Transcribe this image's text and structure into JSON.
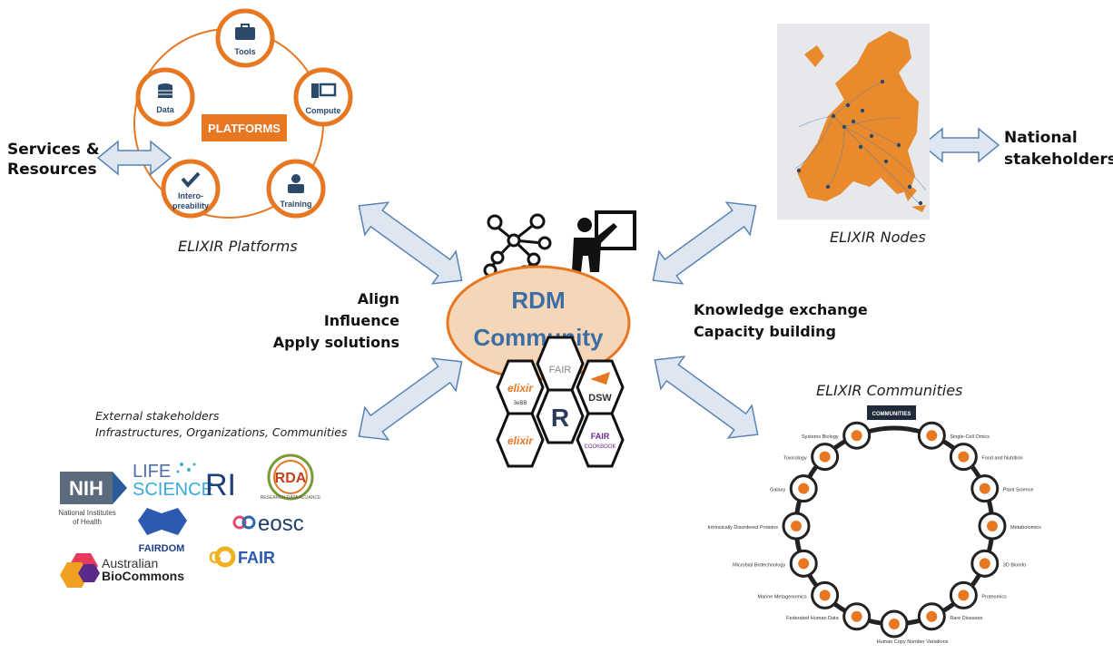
{
  "center": {
    "line1": "RDM",
    "line2": "Community",
    "hex_labels": [
      "elixir 3eBB",
      "FAIR",
      "DSW",
      "R",
      "elixir",
      "FAIR COOKBOOK"
    ]
  },
  "platforms": {
    "caption": "ELIXIR Platforms",
    "hub_label": "PLATFORMS",
    "nodes": [
      "Tools",
      "Compute",
      "Training",
      "Intero-\npreability",
      "Data"
    ],
    "side_label_line1": "Services &",
    "side_label_line2": "Resources"
  },
  "nodes_map": {
    "caption": "ELIXIR Nodes",
    "side_label_line1": "National",
    "side_label_line2": "stakeholders"
  },
  "left_relation": {
    "lines": [
      "Align",
      "Influence",
      "Apply solutions"
    ]
  },
  "right_relation": {
    "lines": [
      "Knowledge exchange",
      "Capacity building"
    ]
  },
  "external": {
    "title": "External stakeholders",
    "subtitle": "Infrastructures, Organizations, Communities",
    "logos": {
      "nih": "NIH",
      "nih_sub1": "National Institutes",
      "nih_sub2": "of Health",
      "lsri_a": "LIFE",
      "lsri_b": "SCIENCE",
      "lsri_c": "RI",
      "rda": "RDA",
      "rda_sub": "RESEARCH DATA ALLIANCE",
      "fairdom": "FAIRDOM",
      "eosc": "eosc",
      "bio1": "Australian",
      "bio2": "BioCommons",
      "gofair": "GO FAIR"
    }
  },
  "communities": {
    "caption": "ELIXIR Communities",
    "header": "COMMUNITIES",
    "items": [
      "Single-Cell Omics",
      "Food and Nutrition",
      "Plant Science",
      "Metabolomics",
      "3D Bioinfo",
      "Proteomics",
      "Rare Diseases",
      "Human Copy Number Variations",
      "Federated Human Data",
      "Marine Metagenomics",
      "Microbial Biotechnology",
      "Intrinsically Disordered Proteins",
      "Galaxy",
      "Toxicology",
      "Systems Biology"
    ]
  },
  "colors": {
    "orange": "#e87722",
    "blue": "#3b6ea5",
    "ellipse_fill": "#f5d6b8",
    "arrow_fill": "#dde6f1",
    "arrow_stroke": "#5a82b4",
    "map_land": "#e98a2c",
    "map_bg": "#e6e8eb"
  }
}
